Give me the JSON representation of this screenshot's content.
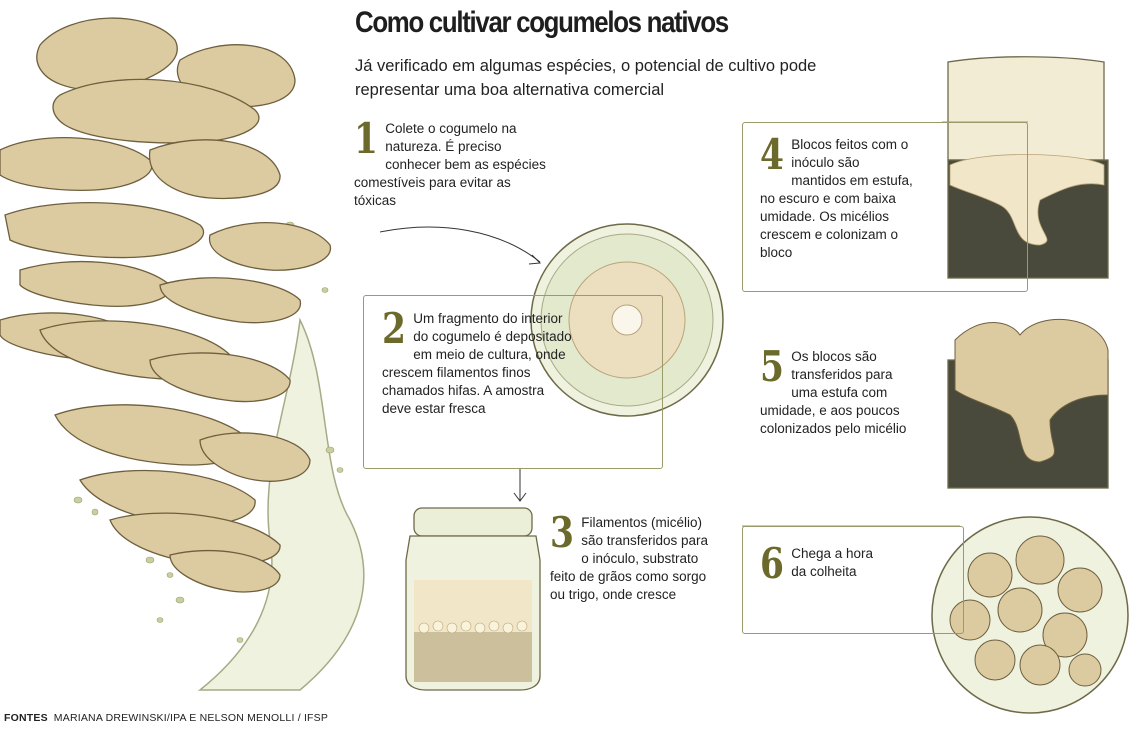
{
  "title": "Como cultivar cogumelos nativos",
  "subtitle": "Já verificado em algumas espécies, o potencial de cultivo pode representar uma boa alternativa comercial",
  "steps": [
    {
      "number": "1",
      "text": "Colete o cogumelo na natureza. É preciso conhecer bem as espécies comestíveis para evitar as tóxicas"
    },
    {
      "number": "2",
      "text": "Um fragmento do interior do cogumelo é depositado em meio de cultura, onde crescem filamentos finos chamados hifas. A amostra deve estar fresca"
    },
    {
      "number": "3",
      "text": "Filamentos (micélio) são transferidos para o inóculo, substrato feito de grãos como sorgo ou trigo, onde cresce"
    },
    {
      "number": "4",
      "text": "Blocos feitos com o inóculo são mantidos em estufa, no escuro e com baixa umidade. Os micélios crescem e colonizam o bloco"
    },
    {
      "number": "5",
      "text": "Os blocos são transferidos para uma estufa com umidade, e aos poucos colonizados pelo micélio"
    },
    {
      "number": "6",
      "text": "Chega a hora da colheita"
    }
  ],
  "footer": {
    "label": "FONTES",
    "text": "MARIANA DREWINSKI/IPA E NELSON MENOLLI / IFSP"
  },
  "colors": {
    "accent": "#6b6a2a",
    "mushroom": "#d9c9a0",
    "mushroom_dark": "#b8a47a",
    "soil": "#4a4a3c",
    "mycelium": "#f1e6c8"
  }
}
